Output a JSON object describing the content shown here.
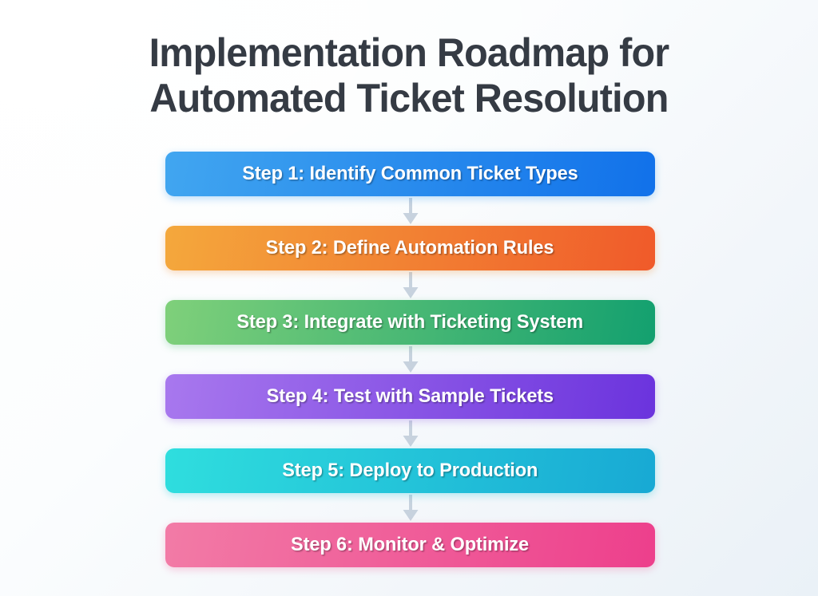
{
  "page": {
    "background_start": "#ffffff",
    "background_end": "#eaf1f7"
  },
  "title": {
    "line1": "Implementation Roadmap for",
    "line2": "Automated Ticket Resolution",
    "color": "#353b44"
  },
  "flow": {
    "arrow_icon": "arrow-down-icon",
    "arrow_color": "#c7d2de",
    "steps": [
      {
        "label": "Step 1: Identify Common Ticket Types",
        "gradient_from": "#41a6f0",
        "gradient_to": "#1171ea",
        "glow": "#3a9cf0"
      },
      {
        "label": "Step 2: Define Automation Rules",
        "gradient_from": "#f4a83c",
        "gradient_to": "#f05a2a",
        "glow": "#f4913a"
      },
      {
        "label": "Step 3: Integrate with Ticketing System",
        "gradient_from": "#7fd07a",
        "gradient_to": "#13a06f",
        "glow": "#56bd7c"
      },
      {
        "label": "Step 4: Test with Sample Tickets",
        "gradient_from": "#a878ee",
        "gradient_to": "#6b33dd",
        "glow": "#9a6ae8"
      },
      {
        "label": "Step 5: Deploy to Production",
        "gradient_from": "#2fdede",
        "gradient_to": "#18a9d4",
        "glow": "#2ac8dc"
      },
      {
        "label": "Step 6: Monitor & Optimize",
        "gradient_from": "#f27ba6",
        "gradient_to": "#ed3f8c",
        "glow": "#f06aa0"
      }
    ]
  }
}
